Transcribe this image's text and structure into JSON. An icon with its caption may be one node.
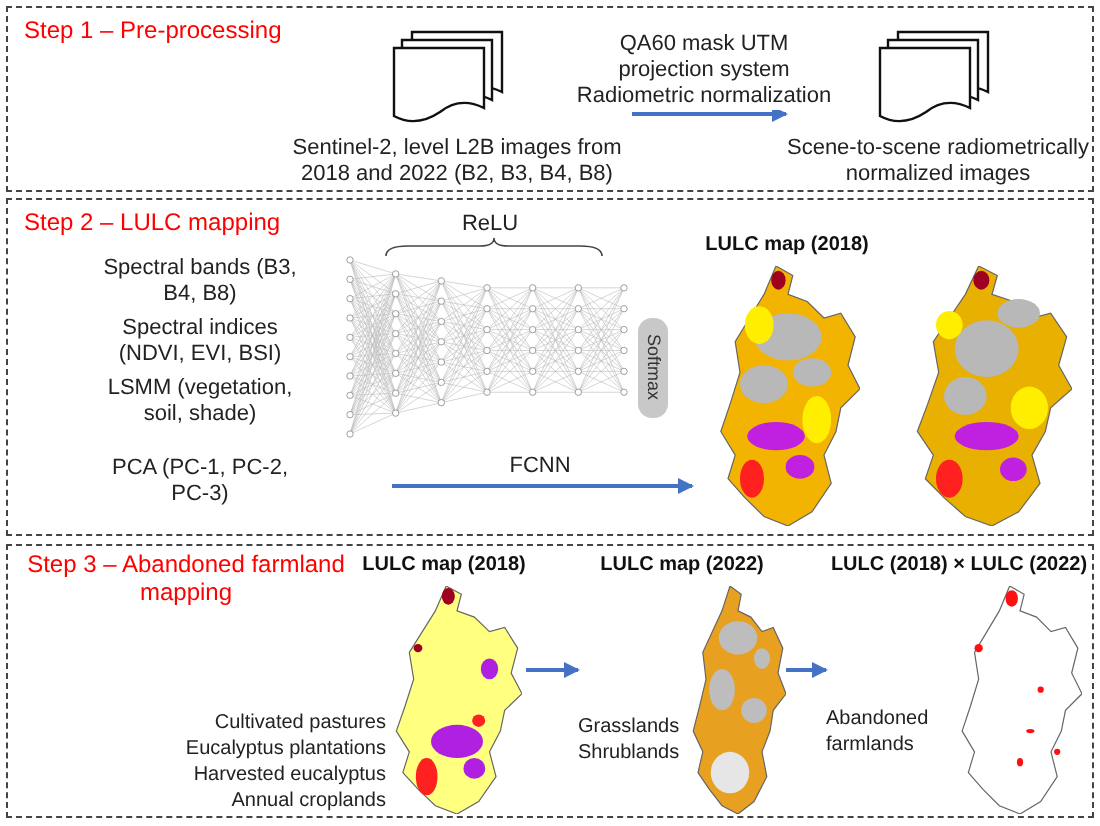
{
  "diagram": {
    "nodes": [
      {
        "text": [
          "Step 1 – Pre-processing"
        ]
      },
      {
        "text": [
          "Sentinel-2, level L2B images from 2018 and 2022 (B2, B3, B4, B8)"
        ],
        "in": 0
      },
      {
        "text": [
          "Scene-to-scene radiometrically normalized images"
        ],
        "in": 0
      },
      {
        "text": [
          "Step 2 – LULC mapping"
        ]
      },
      {
        "text": [],
        "shape": "picture",
        "in": 3
      },
      {
        "text": [
          "Softmax"
        ],
        "in": 3
      },
      {
        "text": [
          "LULC map (2018)"
        ],
        "in": 3
      },
      {
        "text": [],
        "shape": "picture",
        "in": 3
      },
      {
        "text": [
          "Step 3 – Abandoned farmland mapping"
        ]
      },
      {
        "text": [
          "LULC map (2018)"
        ],
        "in": 8,
        "beside": [
          "Cultivated pastures",
          "Eucalyptus plantations",
          "Harvested eucalyptus",
          "Annual croplands"
        ]
      },
      {
        "text": [
          "LULC map (2022)"
        ],
        "in": 8,
        "beside": [
          "Grasslands",
          "Shrublands"
        ]
      },
      {
        "text": [
          "LULC (2018) × LULC (2022)"
        ],
        "in": 8,
        "beside": [
          "Abandoned farmlands"
        ]
      }
    ],
    "edges": [
      {
        "from": 1,
        "to": 2,
        "arrow": "to",
        "label": "QA60 mask UTM projection system Radiometric normalization"
      },
      {
        "from": null,
        "to": 6,
        "arrow": "to",
        "label": "FCNN"
      },
      {
        "from": 9,
        "to": 10,
        "arrow": "to"
      },
      {
        "from": 10,
        "to": 11,
        "arrow": "to"
      }
    ],
    "labels": [
      "ReLU",
      "Spectral bands (B3, B4, B8)",
      "Spectral indices (NDVI, EVI, BSI)",
      "LSMM (vegetation, soil, shade)",
      "PCA (PC-1, PC-2, PC-3)"
    ]
  }
}
